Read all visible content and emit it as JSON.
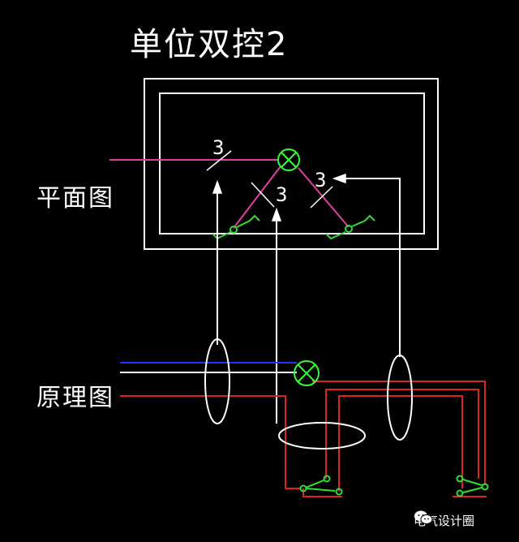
{
  "diagram": {
    "title": "单位双控2",
    "plan_label": "平面图",
    "schematic_label": "原理图",
    "wire_counts": [
      "3",
      "3",
      "3"
    ]
  },
  "watermark": {
    "text": "电气设计圈",
    "icon": "wechat-icon"
  },
  "colors": {
    "background": "#000000",
    "room": "#ffffff",
    "wire_plan": "#e040a0",
    "lamp": "#33ff33",
    "switch": "#33dd33",
    "neutral_blue": "#2233ff",
    "earth_white": "#ffffff",
    "live_red": "#dd2222",
    "leader": "#ffffff"
  }
}
